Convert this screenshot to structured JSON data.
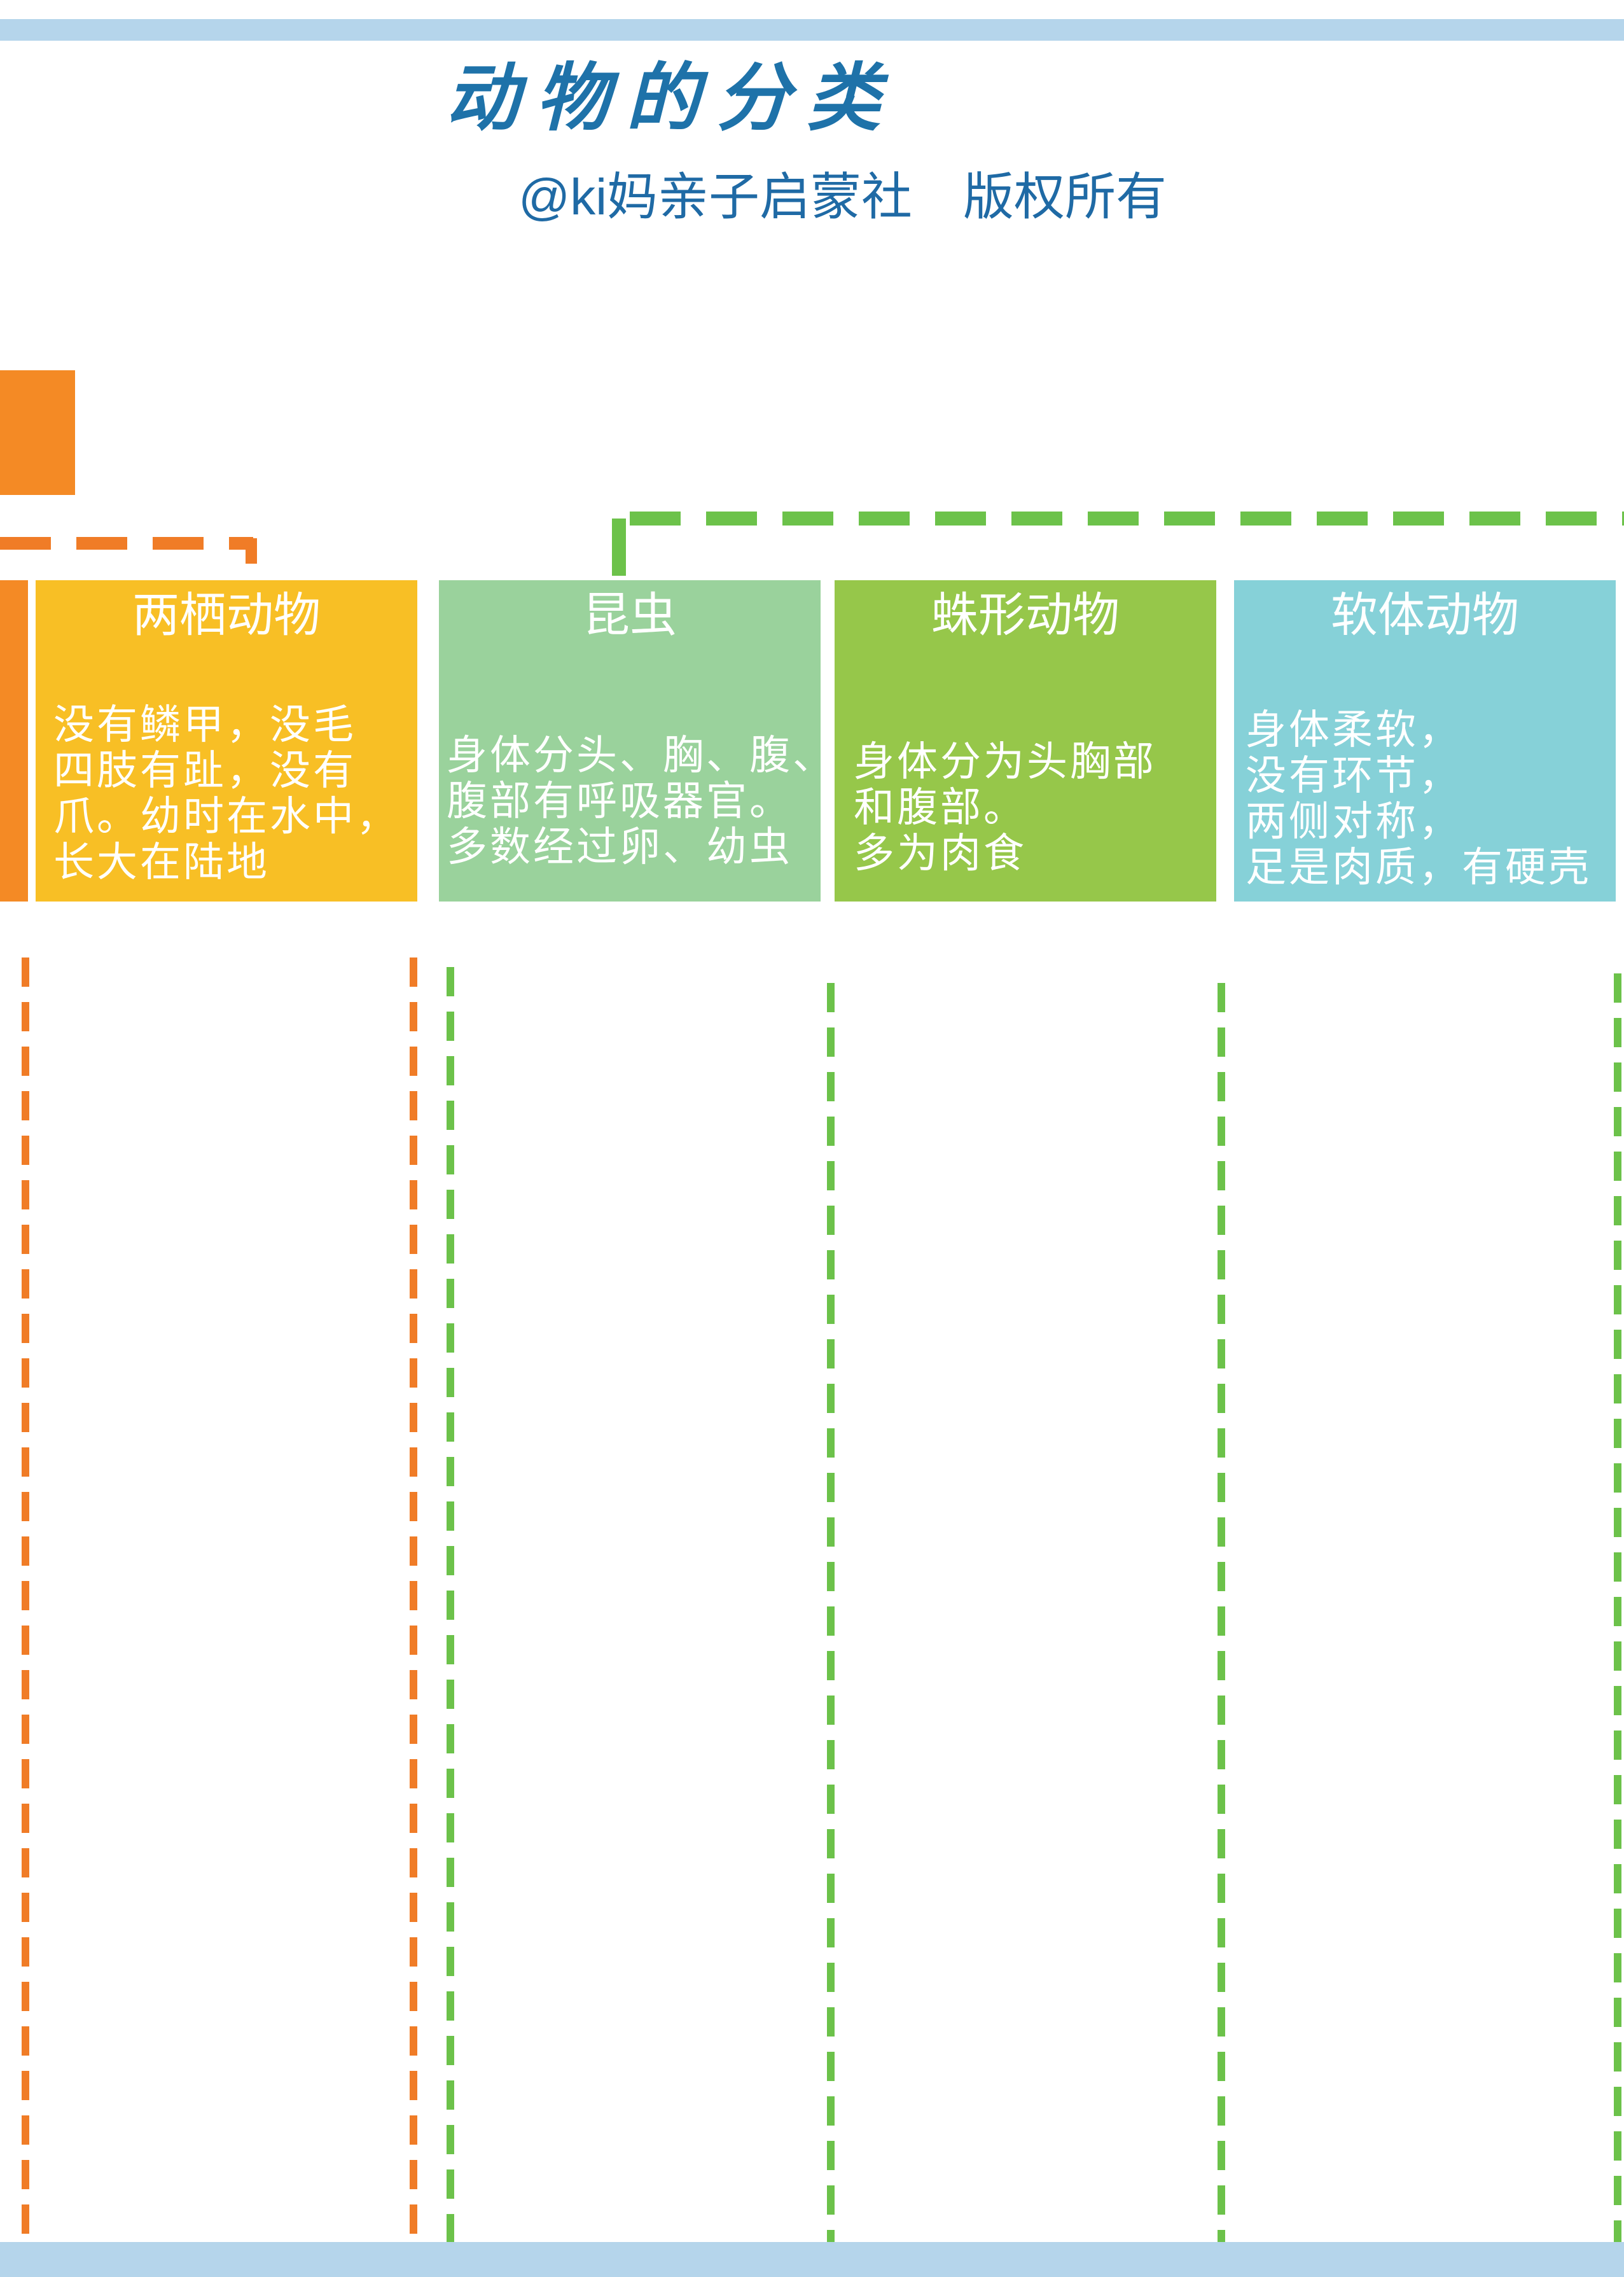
{
  "header": {
    "title": "动物的分类",
    "subtitle": "@ki妈亲子启蒙社　版权所有"
  },
  "colors": {
    "top_band": "#b5d5eb",
    "title": "#1e72a9",
    "orange": "#f48a25",
    "amphibian": "#f8bf25",
    "insect": "#9ad29c",
    "arachnid": "#96c74a",
    "mollusk": "#86d1d8",
    "green_dash": "#6cc24a",
    "orange_dash": "#f07c27"
  },
  "cards": [
    {
      "title": "两栖动物",
      "lines": [
        "没有鳞甲，没毛",
        "四肢有趾，没有",
        "爪。幼时在水中，",
        "长大在陆地"
      ]
    },
    {
      "title": "昆虫",
      "lines": [
        "身体分头、胸、腹、",
        "腹部有呼吸器官。",
        "多数经过卵、幼虫"
      ]
    },
    {
      "title": "蛛形动物",
      "lines": [
        "身体分为头胸部",
        "和腹部。",
        "多为肉食"
      ]
    },
    {
      "title": "软体动物",
      "lines": [
        "身体柔软，",
        "没有环节，",
        "两侧对称，",
        "足是肉质，有硬壳"
      ]
    }
  ]
}
